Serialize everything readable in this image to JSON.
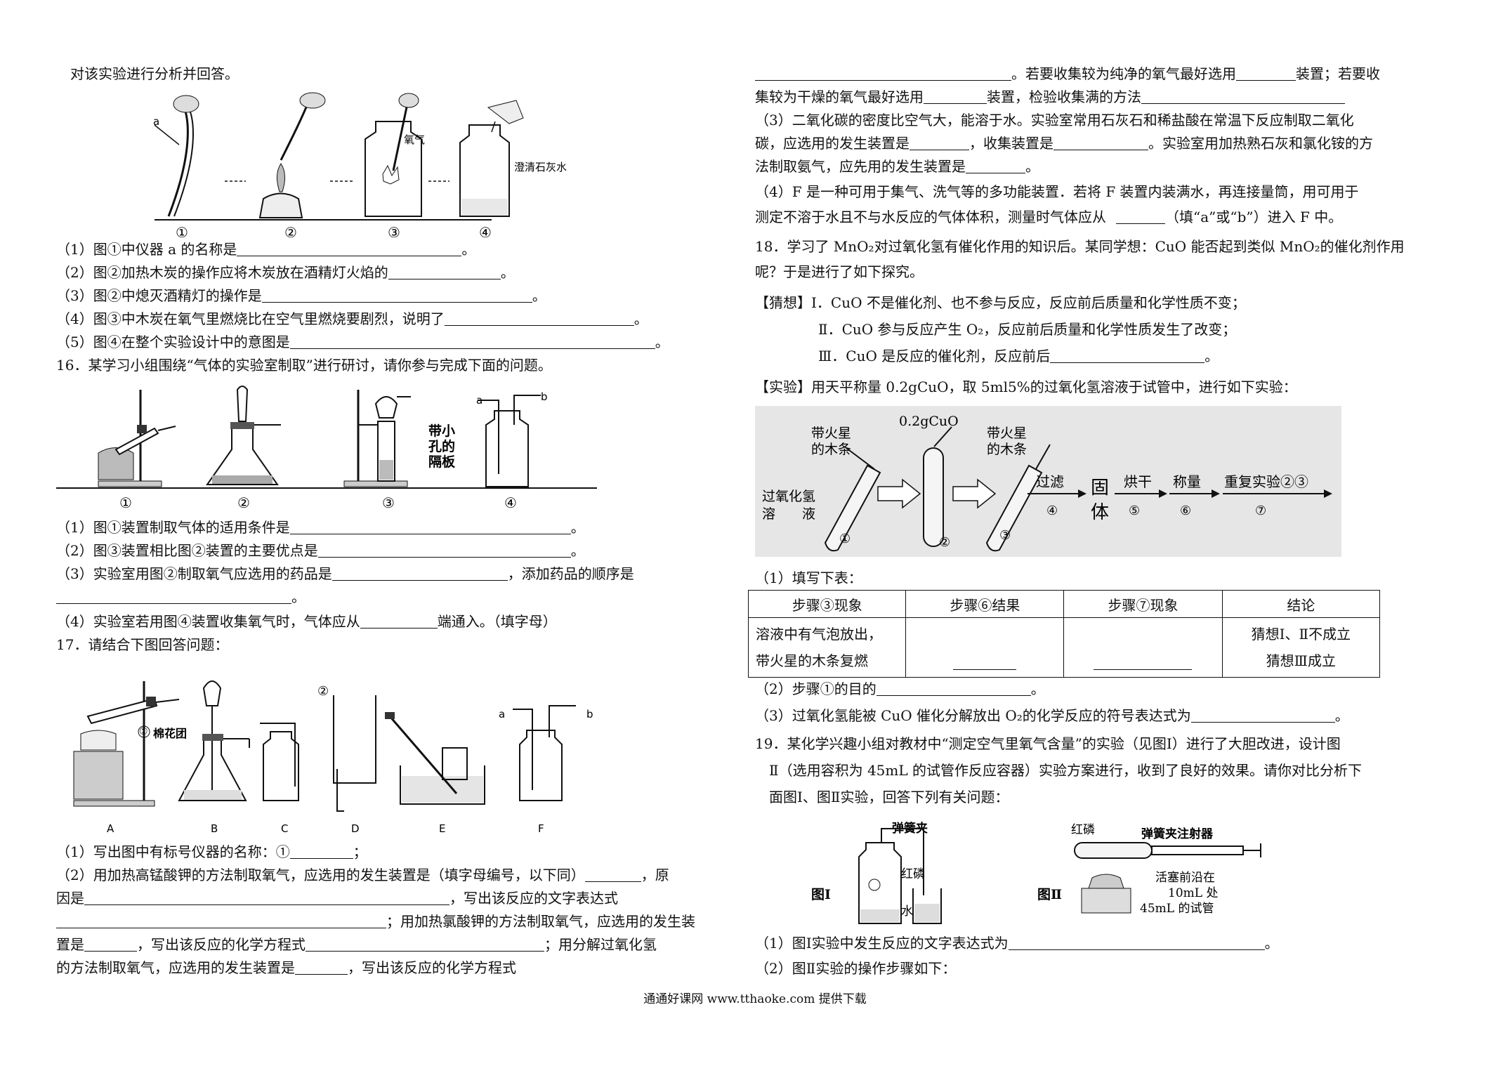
{
  "left": {
    "intro": "对该实验进行分析并回答。",
    "q15_fig": {
      "a": "a",
      "oxygen": "氧气",
      "limewater": "澄清石灰水",
      "n1": "①",
      "n2": "②",
      "n3": "③",
      "n4": "④"
    },
    "q15_1": {
      "pre": "（1）图①中仪器 a 的名称是",
      "post": "。"
    },
    "q15_2": {
      "pre": "（2）图②加热木炭的操作应将木炭放在酒精灯火焰的",
      "post": "。"
    },
    "q15_3": {
      "pre": "（3）图②中熄灭酒精灯的操作是",
      "post": "。"
    },
    "q15_4": {
      "pre": "（4）图③中木炭在氧气里燃烧比在空气里燃烧要剧烈，说明了",
      "post": "。"
    },
    "q15_5": {
      "pre": "（5）图④在整个实验设计中的意图是",
      "post": "。"
    },
    "q16_title": "16．某学习小组围绕“气体的实验室制取”进行研讨，请你参与完成下面的问题。",
    "q16_fig": {
      "partition": "带小孔的隔板",
      "p1": "带小",
      "p2": "孔的",
      "p3": "隔板",
      "a": "a",
      "b": "b",
      "n1": "①",
      "n2": "②",
      "n3": "③",
      "n4": "④"
    },
    "q16_1": {
      "pre": "（1）图①装置制取气体的适用条件是",
      "post": "。"
    },
    "q16_2": {
      "pre": "（2）图③装置相比图②装置的主要优点是",
      "post": "。"
    },
    "q16_3": {
      "pre": "（3）实验室用图②制取氧气应选用的药品是",
      "mid": "，添加药品的顺序是",
      "post": "。"
    },
    "q16_4": {
      "pre": "（4）实验室若用图④装置收集氧气时，气体应从",
      "post": "端通入。（填字母）"
    },
    "q17_title": "17．请结合下图回答问题：",
    "q17_fig": {
      "cotton": "棉花团",
      "one": "①",
      "two": "②",
      "A": "A",
      "B": "B",
      "C": "C",
      "D": "D",
      "E": "E",
      "F": "F",
      "a": "a",
      "b": "b"
    },
    "q17_1": {
      "pre": "（1）写出图中有标号仪器的名称：①",
      "post": "；"
    },
    "q17_2a": {
      "pre": "（2）用加热高锰酸钾的方法制取氧气，应选用的发生装置是（填字母编号，以下同）",
      "post": "，原"
    },
    "q17_2b": {
      "pre": "因是",
      "post": "，写出该反应的文字表达式"
    },
    "q17_2c": {
      "post": "；用加热氯酸钾的方法制取氧气，应选用的发生装"
    },
    "q17_2d": {
      "pre": "置是",
      "mid": "，写出该反应的化学方程式",
      "post": "；用分解过氧化氢"
    },
    "q17_2e": {
      "pre": "的方法制取氧气，应选用的发生装置是",
      "post": "，写出该反应的化学方程式"
    }
  },
  "right": {
    "r1": {
      "mid": "。若要收集较为纯净的氧气最好选用",
      "post": "装置；若要收"
    },
    "r2": {
      "pre": "集较为干燥的氧气最好选用",
      "mid": "装置，检验收集满的方法"
    },
    "r3": "（3）二氧化碳的密度比空气大，能溶于水。实验室常用石灰石和稀盐酸在常温下反应制取二氧化",
    "r4": {
      "pre": "碳，应选用的发生装置是",
      "mid": "，收集装置是",
      "post": "。实验室用加热熟石灰和氯化铵的方"
    },
    "r5": {
      "pre": "法制取氨气，应先用的发生装置是",
      "post": "。"
    },
    "r6": "（4）F 是一种可用于集气、洗气等的多功能装置．若将 F 装置内装满水，再连接量筒，用可用于",
    "r7": {
      "pre": "测定不溶于水且不与水反应的气体体积，测量时气体应从",
      "post": "（填“a”或“b”）进入 F 中。"
    },
    "q18_1": "18．学习了 MnO₂对过氧化氢有催化作用的知识后。某同学想：CuO 能否起到类似 MnO₂的催化剂作用",
    "q18_2": "呢？于是进行了如下探究。",
    "guess1": "【猜想】Ⅰ．CuO 不是催化剂、也不参与反应，反应前后质量和化学性质不变；",
    "guess2": "Ⅱ．CuO 参与反应产生 O₂，反应前后质量和化学性质发生了改变；",
    "guess3": {
      "pre": "Ⅲ．CuO 是反应的催化剂，反应前后",
      "post": "。"
    },
    "exp": "【实验】用天平称量 0.2gCuO，取 5ml5%的过氧化氢溶液于试管中，进行如下实验：",
    "q18_fig": {
      "splint1": "带火星",
      "splint2": "的木条",
      "cuo": "0.2gCuO",
      "h2o2a": "过氧化氢",
      "h2o2b": "溶　　液",
      "filter": "过滤",
      "solid1": "固",
      "solid2": "体",
      "dry": "烘干",
      "weigh": "称量",
      "repeat": "重复实验②③",
      "s1": "①",
      "s2": "②",
      "s3": "③",
      "s4": "④",
      "s5": "⑤",
      "s6": "⑥",
      "s7": "⑦"
    },
    "fill_table": "（1）填写下表：",
    "table": {
      "headers": [
        "步骤③现象",
        "步骤⑥结果",
        "步骤⑦现象",
        "结论"
      ],
      "c1a": "溶液中有气泡放出，",
      "c1b": "带火星的木条复燃",
      "c4a": "猜想Ⅰ、Ⅱ不成立",
      "c4b": "猜想Ⅲ成立"
    },
    "q18_2q": {
      "pre": "（2）步骤①的目的",
      "post": "。"
    },
    "q18_3q": {
      "pre": "（3）过氧化氢能被 CuO 催化分解放出 O₂的化学反应的符号表达式为",
      "post": "。"
    },
    "q19_1": "19．某化学兴趣小组对教材中“测定空气里氧气含量”的实验（见图Ⅰ）进行了大胆改进，设计图",
    "q19_2": "Ⅱ（选用容积为 45mL 的试管作反应容器）实验方案进行，收到了良好的效果。请你对比分析下",
    "q19_3": "面图Ⅰ、图Ⅱ实验，回答下列有关问题：",
    "q19_fig": {
      "clip": "弹簧夹",
      "redp": "红磷",
      "water": "水",
      "fig1": "图Ⅰ",
      "fig2": "图Ⅱ",
      "redp2": "红磷",
      "clipsyr": "弹簧夹注射器",
      "piston1": "活塞前沿在",
      "piston2": "10mL 处",
      "tube": "45mL 的试管"
    },
    "q19_q1": {
      "pre": "（1）图Ⅰ实验中发生反应的文字表达式为",
      "post": "。"
    },
    "q19_q2": "（2）图Ⅱ实验的操作步骤如下："
  },
  "footer": "通通好课网 www.tthaoke.com 提供下载"
}
